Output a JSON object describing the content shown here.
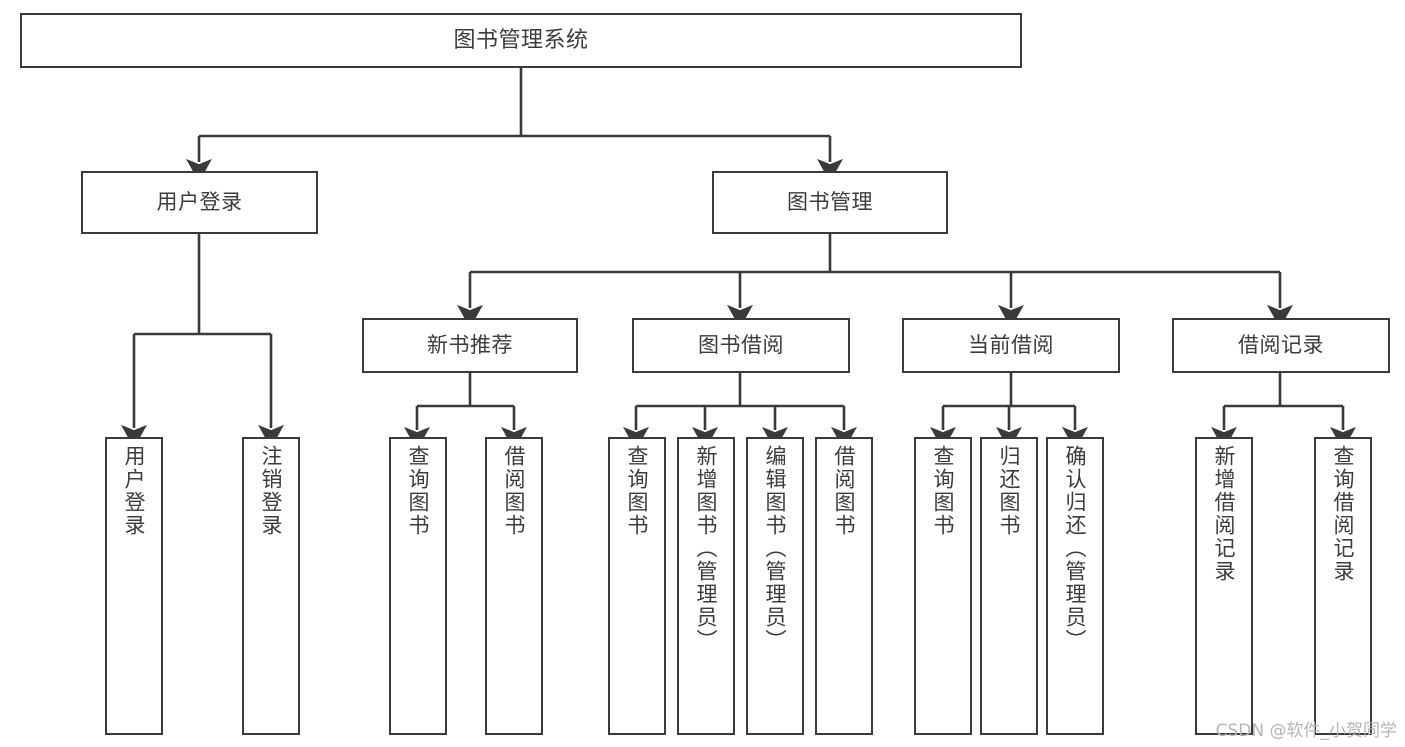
{
  "diagram": {
    "title": "图书管理系统",
    "type": "tree",
    "watermark": "CSDN @软件_小贺同学",
    "colors": {
      "stroke": "#3a3a3a",
      "fill": "#ffffff",
      "text": "#3c3c3c",
      "watermark": "#b4b4b4"
    },
    "root": {
      "label": "图书管理系统"
    },
    "level2": [
      {
        "label": "用户登录"
      },
      {
        "label": "图书管理"
      }
    ],
    "level3": [
      {
        "label": "新书推荐"
      },
      {
        "label": "图书借阅"
      },
      {
        "label": "当前借阅"
      },
      {
        "label": "借阅记录"
      }
    ],
    "leaves": {
      "user_login": [
        {
          "label": "用户登录"
        },
        {
          "label": "注销登录"
        }
      ],
      "new_book": [
        {
          "label": "查询图书"
        },
        {
          "label": "借阅图书"
        }
      ],
      "book_borrow": [
        {
          "label": "查询图书"
        },
        {
          "label": "新增图书（管理员）"
        },
        {
          "label": "编辑图书（管理员）"
        },
        {
          "label": "借阅图书"
        }
      ],
      "current_borrow": [
        {
          "label": "查询图书"
        },
        {
          "label": "归还图书"
        },
        {
          "label": "确认归还（管理员）"
        }
      ],
      "borrow_record": [
        {
          "label": "新增借阅记录"
        },
        {
          "label": "查询借阅记录"
        }
      ]
    }
  }
}
